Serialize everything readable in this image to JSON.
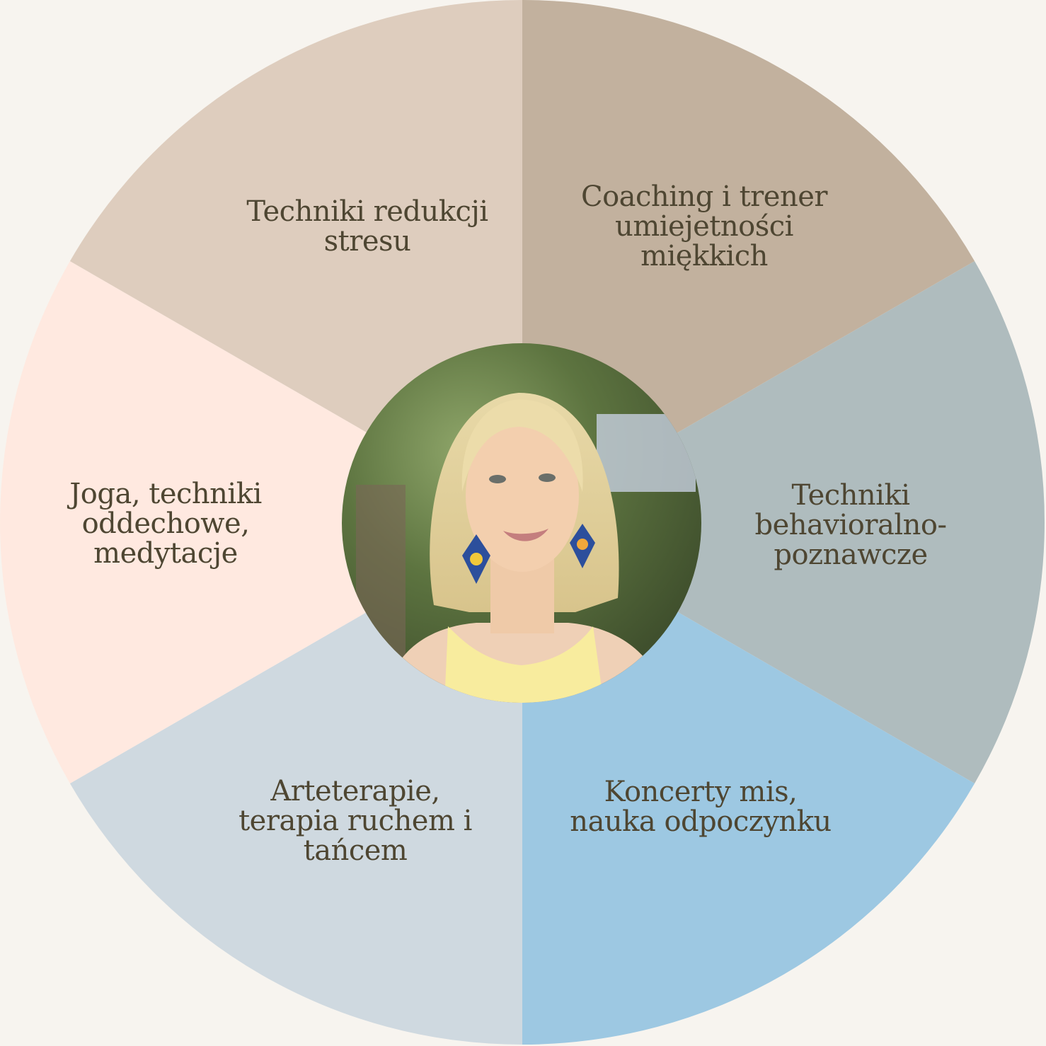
{
  "background_color": "#f7f4ef",
  "text_color": "#4e4632",
  "segments": [
    {
      "id": "coaching",
      "lines": [
        "Coaching i trener",
        "umiejetności",
        "miękkich"
      ],
      "color": "#c2b19e"
    },
    {
      "id": "cbt",
      "lines": [
        "Techniki",
        "behavioralno-",
        "poznawcze"
      ],
      "color": "#afbcbe"
    },
    {
      "id": "sound-bowls",
      "lines": [
        "Koncerty mis,",
        "nauka odpoczynku"
      ],
      "color": "#9dc8e2"
    },
    {
      "id": "art-therapy",
      "lines": [
        "Arteterapie,",
        "terapia ruchem i",
        "tańcem"
      ],
      "color": "#cfd9e0"
    },
    {
      "id": "yoga",
      "lines": [
        "Joga, techniki",
        "oddechowe,",
        "medytacje"
      ],
      "color": "#ffe9e0"
    },
    {
      "id": "stress-reduction",
      "lines": [
        "Techniki redukcji",
        "stresu"
      ],
      "color": "#decdbe"
    }
  ],
  "center": {
    "image": "portrait-photo",
    "description": "Portrait of smiling woman with blonde hair, blue sunflower earrings, yellow top"
  }
}
